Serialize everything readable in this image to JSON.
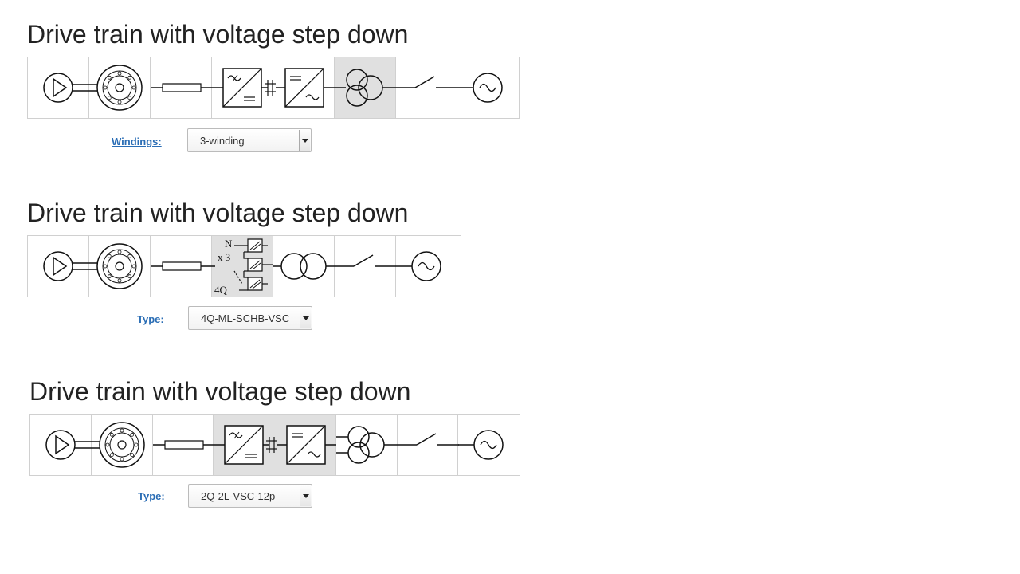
{
  "panels": [
    {
      "title": "Drive train with voltage step down",
      "control": {
        "label": "Windings:",
        "value": "3-winding"
      }
    },
    {
      "title": "Drive train with voltage step down",
      "control": {
        "label": "Type:",
        "value": "4Q-ML-SCHB-VSC"
      },
      "converter_text": {
        "n": "N",
        "x3": "x 3",
        "q": "4Q"
      }
    },
    {
      "title": "Drive train with voltage step down",
      "control": {
        "label": "Type:",
        "value": "2Q-2L-VSC-12p"
      }
    }
  ],
  "colors": {
    "link": "#2a6db5",
    "selected": "#e0e0e0",
    "border": "#d0d0d0"
  }
}
